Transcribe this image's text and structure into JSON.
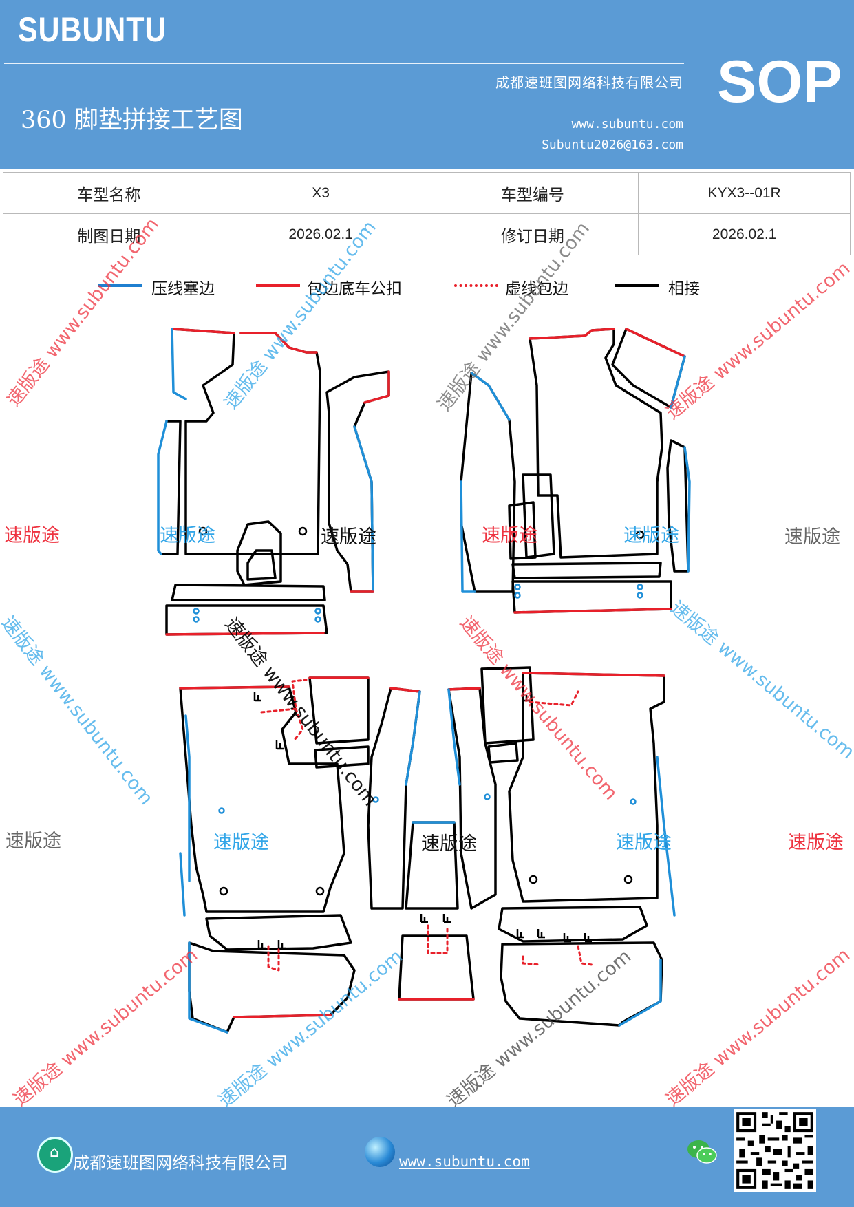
{
  "header": {
    "brand": "SUBUNTU",
    "title": "360 脚垫拼接工艺图",
    "company": "成都速班图网络科技有限公司",
    "website": "www.subuntu.com",
    "email": "Subuntu2026@163.com",
    "badge": "SOP"
  },
  "info_table": {
    "row1": {
      "label1": "车型名称",
      "value1": "X3",
      "label2": "车型编号",
      "value2": "KYX3--01R"
    },
    "row2": {
      "label1": "制图日期",
      "value1": "2026.02.1",
      "label2": "修订日期",
      "value2": "2026.02.1"
    }
  },
  "legend": [
    {
      "label": "压线塞边",
      "color": "#1f7fd0",
      "style": "solid"
    },
    {
      "label": "包边底车公扣",
      "color": "#e8202a",
      "style": "solid"
    },
    {
      "label": "虚线包边",
      "color": "#e8202a",
      "style": "dotted"
    },
    {
      "label": "相接",
      "color": "#000000",
      "style": "solid"
    }
  ],
  "watermarks": {
    "diagonal": "速版途 www.subuntu.com",
    "tag": "速版途"
  },
  "colors": {
    "header_bg": "#5b9bd5",
    "edge_blue": "#1f8fd8",
    "edge_red": "#e8202a",
    "wm_red": "#ee3340",
    "wm_blue": "#33a6e8",
    "wm_gray": "#666666"
  },
  "footer": {
    "company": "成都速班图网络科技有限公司",
    "website": "www.subuntu.com"
  },
  "icons": [
    "home-icon",
    "globe-icon",
    "wechat-icon",
    "qr-code"
  ]
}
